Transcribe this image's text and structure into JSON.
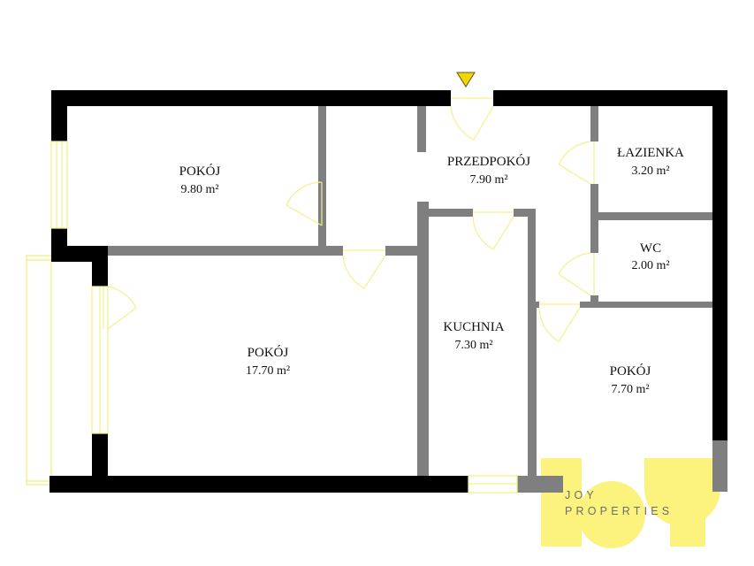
{
  "rooms": [
    {
      "id": "pokoj-1",
      "name": "POKÓJ",
      "area": "9.80 m²"
    },
    {
      "id": "przedpokoj",
      "name": "PRZEDPOKÓJ",
      "area": "7.90 m²"
    },
    {
      "id": "lazienka",
      "name": "ŁAZIENKA",
      "area": "3.20 m²"
    },
    {
      "id": "wc",
      "name": "WC",
      "area": "2.00 m²"
    },
    {
      "id": "kuchnia",
      "name": "KUCHNIA",
      "area": "7.30 m²"
    },
    {
      "id": "pokoj-2",
      "name": "POKÓJ",
      "area": "17.70 m²"
    },
    {
      "id": "pokoj-3",
      "name": "POKÓJ",
      "area": "7.70 m²"
    }
  ],
  "watermark": {
    "line1": "JOY",
    "line2": "PROPERTIES"
  },
  "colors": {
    "wall": "#000000",
    "partition": "#7f7f7f",
    "door": "#f5f08a",
    "entrance_marker": "#f2d60c",
    "logo": "#fbf37e",
    "logo_text": "#6d6d6d"
  }
}
